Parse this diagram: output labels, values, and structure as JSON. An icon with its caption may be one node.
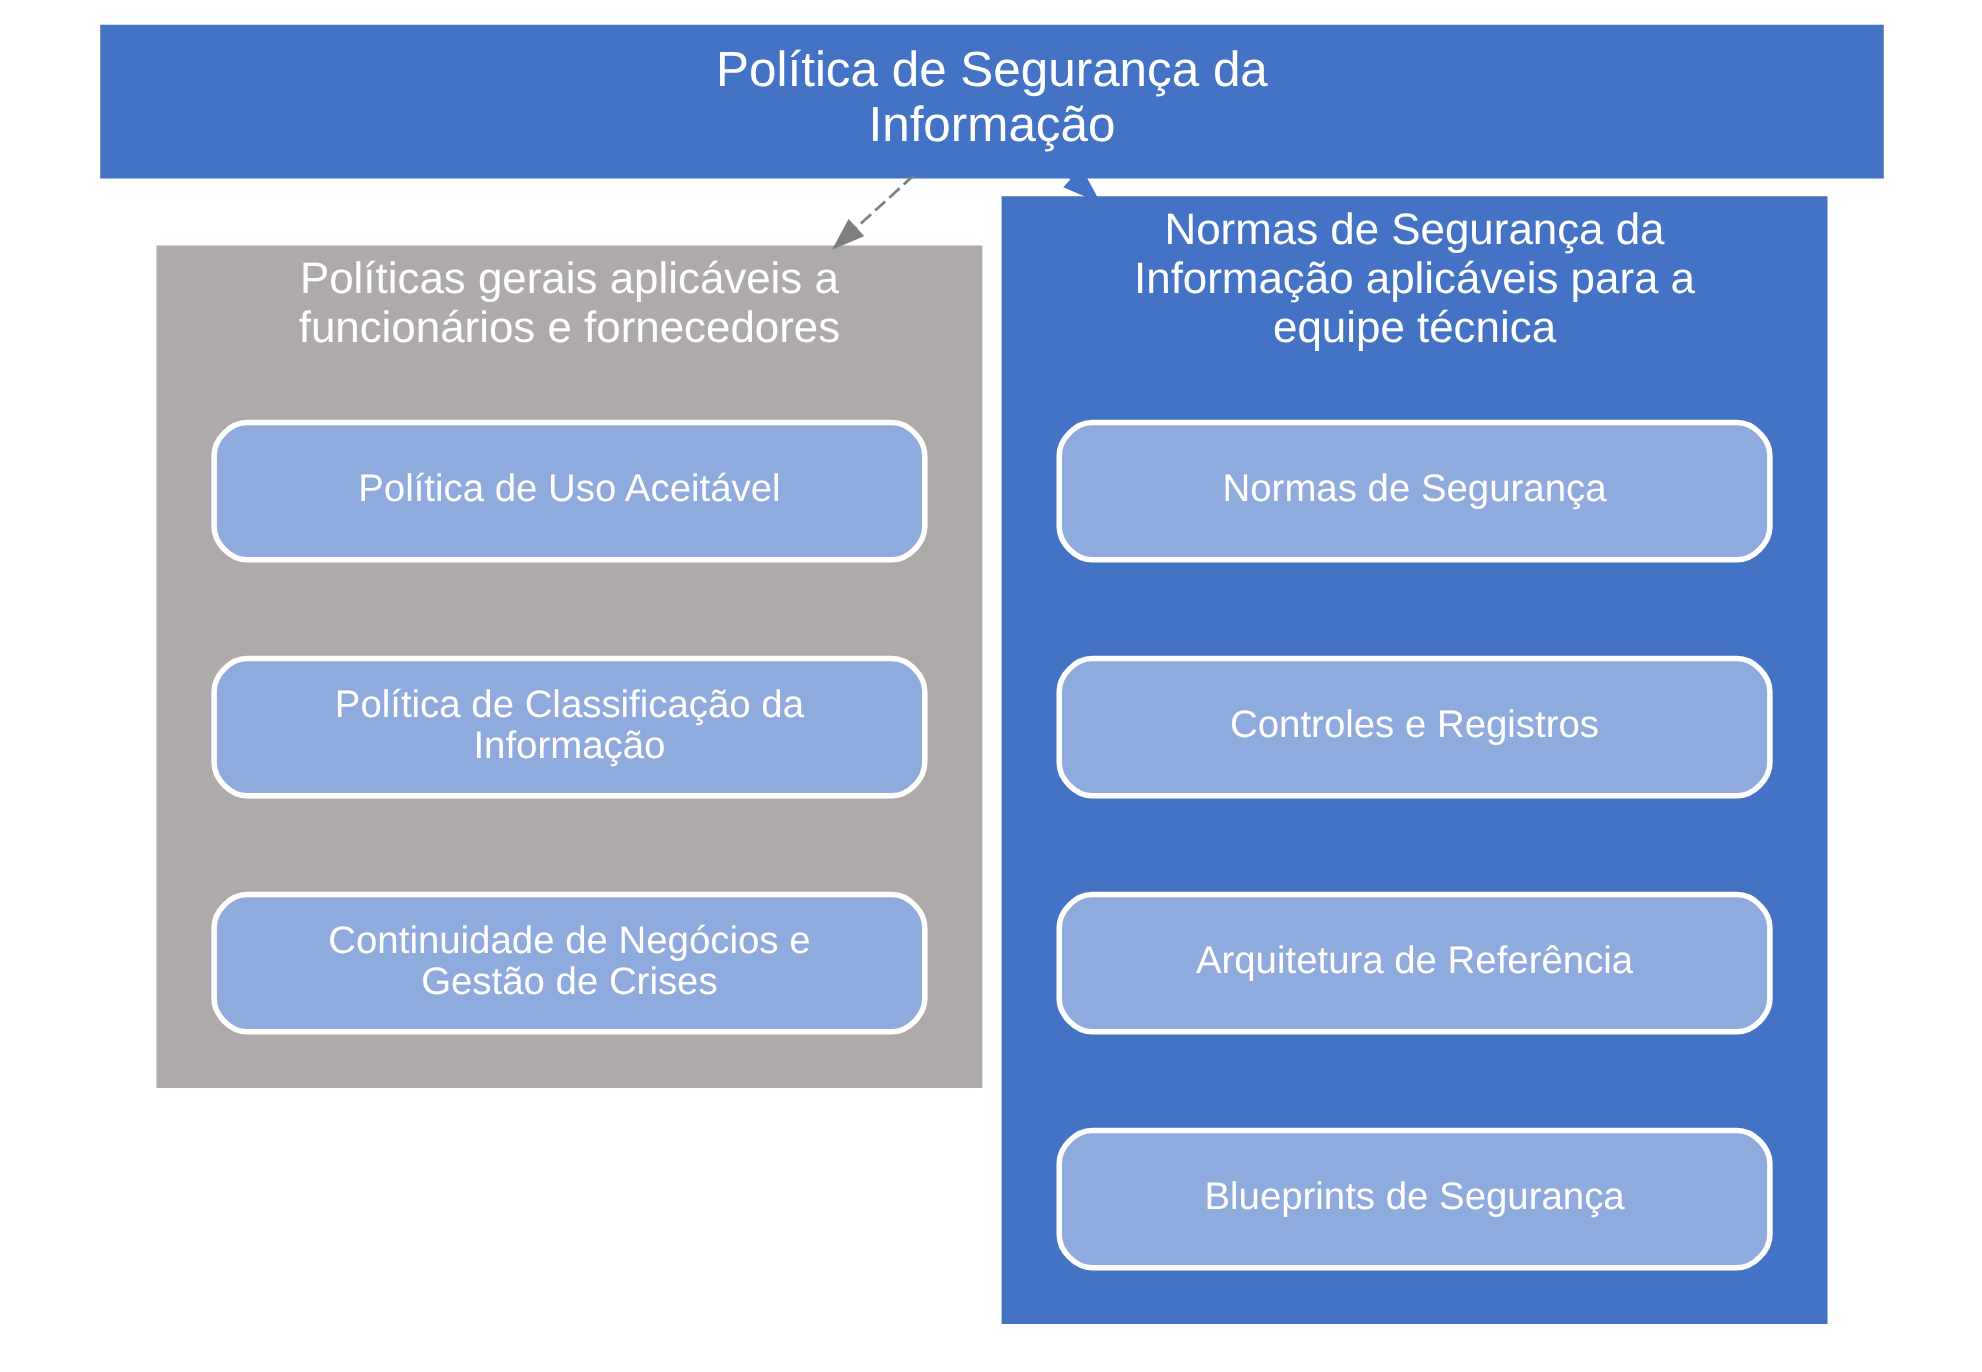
{
  "diagram": {
    "nodes": [
      {
        "text": [
          "Política de Segurança da Informação"
        ]
      },
      {
        "text": [
          "Políticas gerais aplicáveis a funcionários e fornecedores"
        ]
      },
      {
        "text": [
          "Política de Uso Aceitável"
        ],
        "in": 1
      },
      {
        "text": [
          "Política de Classificação da Informação"
        ],
        "in": 1
      },
      {
        "text": [
          "Continuidade de Negócios e Gestão de Crises"
        ],
        "in": 1
      },
      {
        "text": [
          "Normas de Segurança da Informação aplicáveis para a equipe técnica"
        ]
      },
      {
        "text": [
          "Normas de Segurança"
        ],
        "in": 5
      },
      {
        "text": [
          "Controles e Registros"
        ],
        "in": 5
      },
      {
        "text": [
          "Arquitetura de Referência"
        ],
        "in": 5
      },
      {
        "text": [
          "Blueprints de Segurança"
        ],
        "in": 5
      }
    ],
    "edges": [
      {
        "from": 0,
        "to": 1,
        "arrow": "to",
        "style": "dashed",
        "color": "#7f7f7f"
      },
      {
        "from": 0,
        "to": 5,
        "arrow": "to",
        "color": "#4472c4"
      }
    ]
  }
}
